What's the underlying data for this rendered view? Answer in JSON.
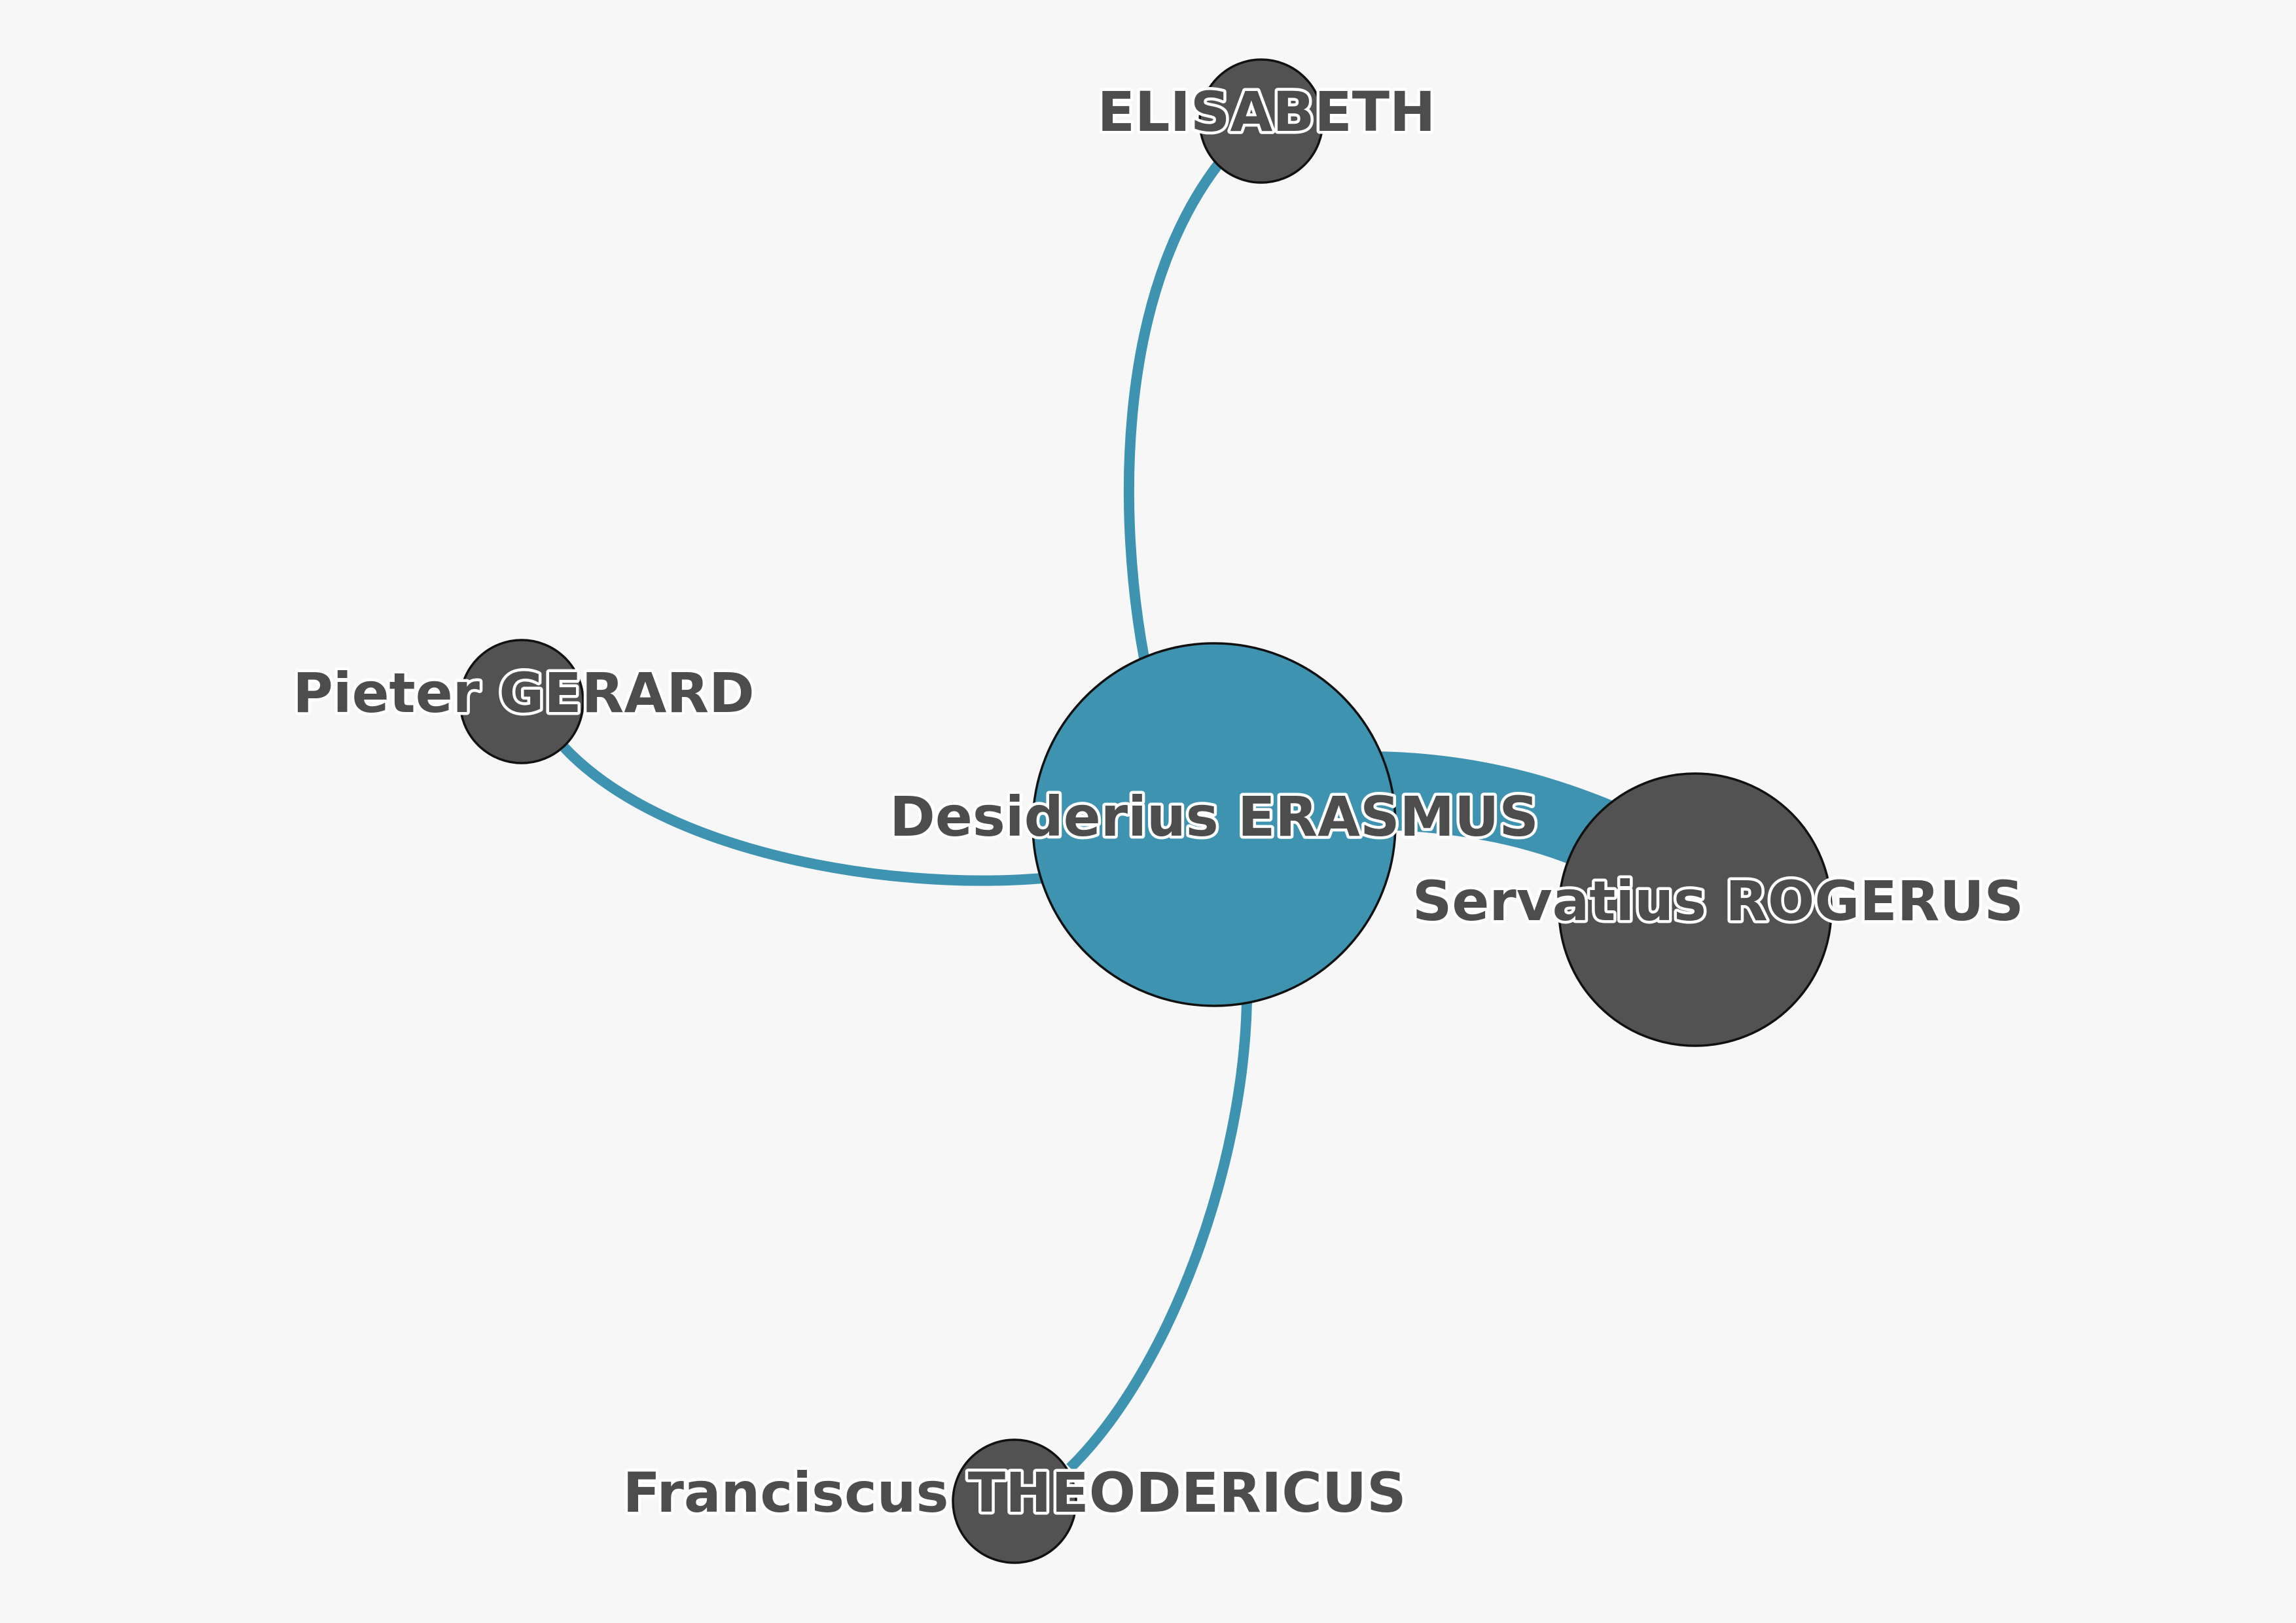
{
  "graph": {
    "colors": {
      "background": "#f7f7f7",
      "edge": "#3e93b0",
      "focus_node": "#3e93b0",
      "node": "#525252",
      "node_outline": "#111111",
      "label_text": "#4d4d4d",
      "label_halo": "#ffffff"
    },
    "nodes": [
      {
        "id": "erasmus",
        "label": "Desiderius ERASMUS",
        "focus": true
      },
      {
        "id": "rogerus",
        "label": "Servatius ROGERUS"
      },
      {
        "id": "elisabeth",
        "label": "ELISABETH"
      },
      {
        "id": "gerard",
        "label": "Pieter GERARD"
      },
      {
        "id": "theodericus",
        "label": "Franciscus THEODERICUS"
      }
    ],
    "edges": [
      {
        "source": "erasmus",
        "target": "elisabeth"
      },
      {
        "source": "erasmus",
        "target": "gerard"
      },
      {
        "source": "erasmus",
        "target": "theodericus"
      },
      {
        "source": "erasmus",
        "target": "rogerus"
      }
    ]
  }
}
